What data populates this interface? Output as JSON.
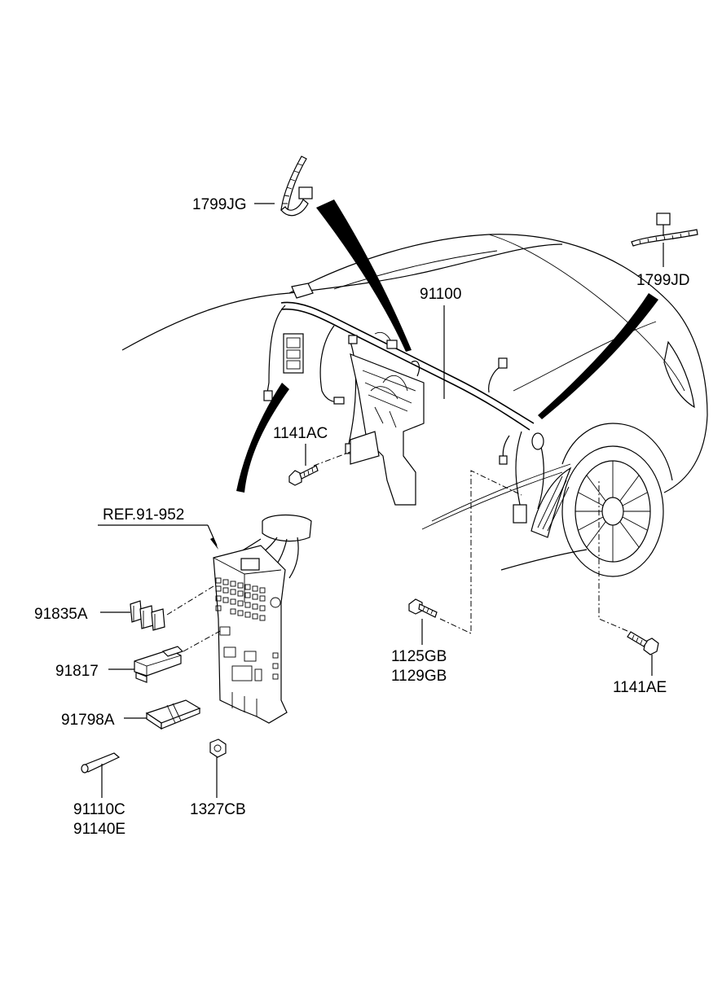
{
  "diagram": {
    "labels": {
      "cable_tie_top": "1799JG",
      "cable_tie_right": "1799JD",
      "main_harness": "91100",
      "bolt_left": "1141AC",
      "junction_box_ref": "REF.91-952",
      "fuse_a": "91835A",
      "relay": "91817",
      "fuse_b": "91798A",
      "puller_a": "91110C",
      "puller_b": "91140E",
      "nut": "1327CB",
      "bolt_mid_a": "1125GB",
      "bolt_mid_b": "1129GB",
      "bolt_right": "1141AE"
    },
    "icons": [
      "cable-tie-icon",
      "bolt-icon",
      "fuse-icon",
      "relay-icon",
      "nut-icon",
      "junction-box-icon",
      "wiring-harness-icon"
    ]
  }
}
